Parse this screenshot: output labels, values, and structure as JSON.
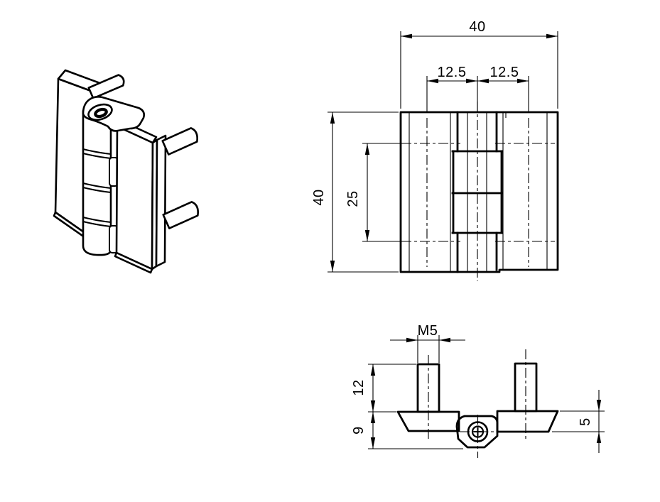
{
  "drawing": {
    "type": "engineering-drawing",
    "part": "hinge-with-threaded-studs",
    "colors": {
      "line": "#000000",
      "background": "#ffffff"
    },
    "views": {
      "isometric": "isometric-view",
      "front": "front-view",
      "bottom": "bottom-view"
    },
    "dims": {
      "front_width": "40",
      "front_height": "40",
      "stud_pitch_left": "12.5",
      "stud_pitch_right": "12.5",
      "stud_row_spacing": "25",
      "thread": "M5",
      "stud_length": "12",
      "overall_depth": "9",
      "leaf_thickness": "5"
    }
  }
}
